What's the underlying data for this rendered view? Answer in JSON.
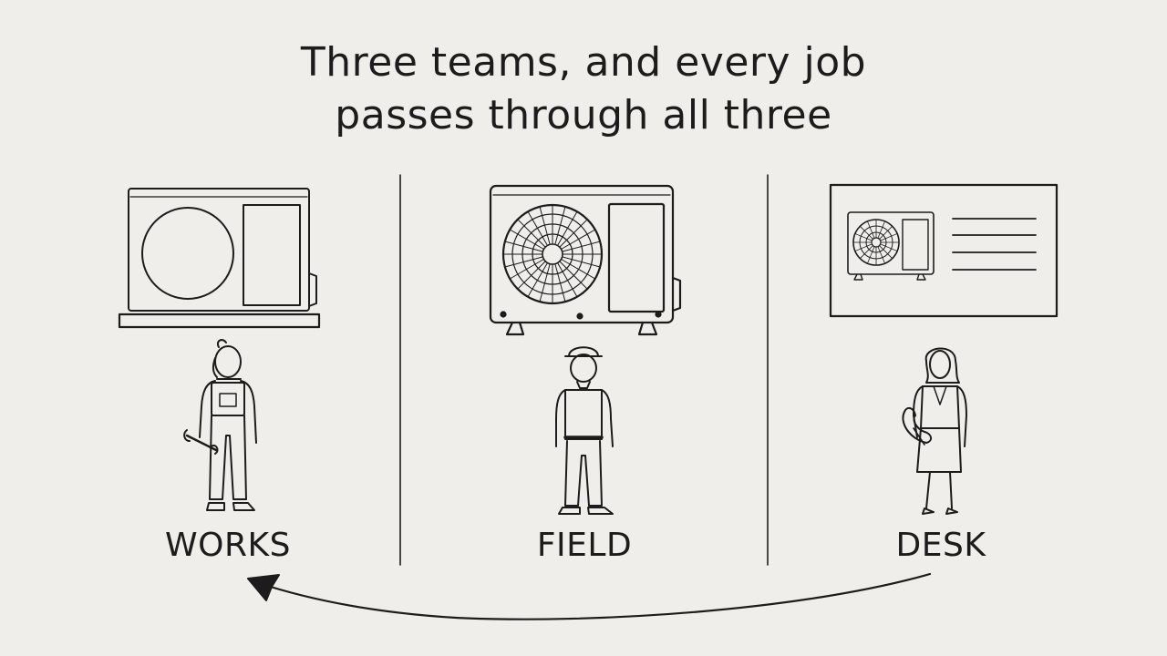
{
  "title": {
    "line1": "Three teams, and every job",
    "line2": "passes through all three"
  },
  "teams": [
    {
      "label": "WORKS"
    },
    {
      "label": "FIELD"
    },
    {
      "label": "DESK"
    }
  ],
  "colors": {
    "paper": "#efeeea",
    "ink": "#1c1c1c"
  }
}
